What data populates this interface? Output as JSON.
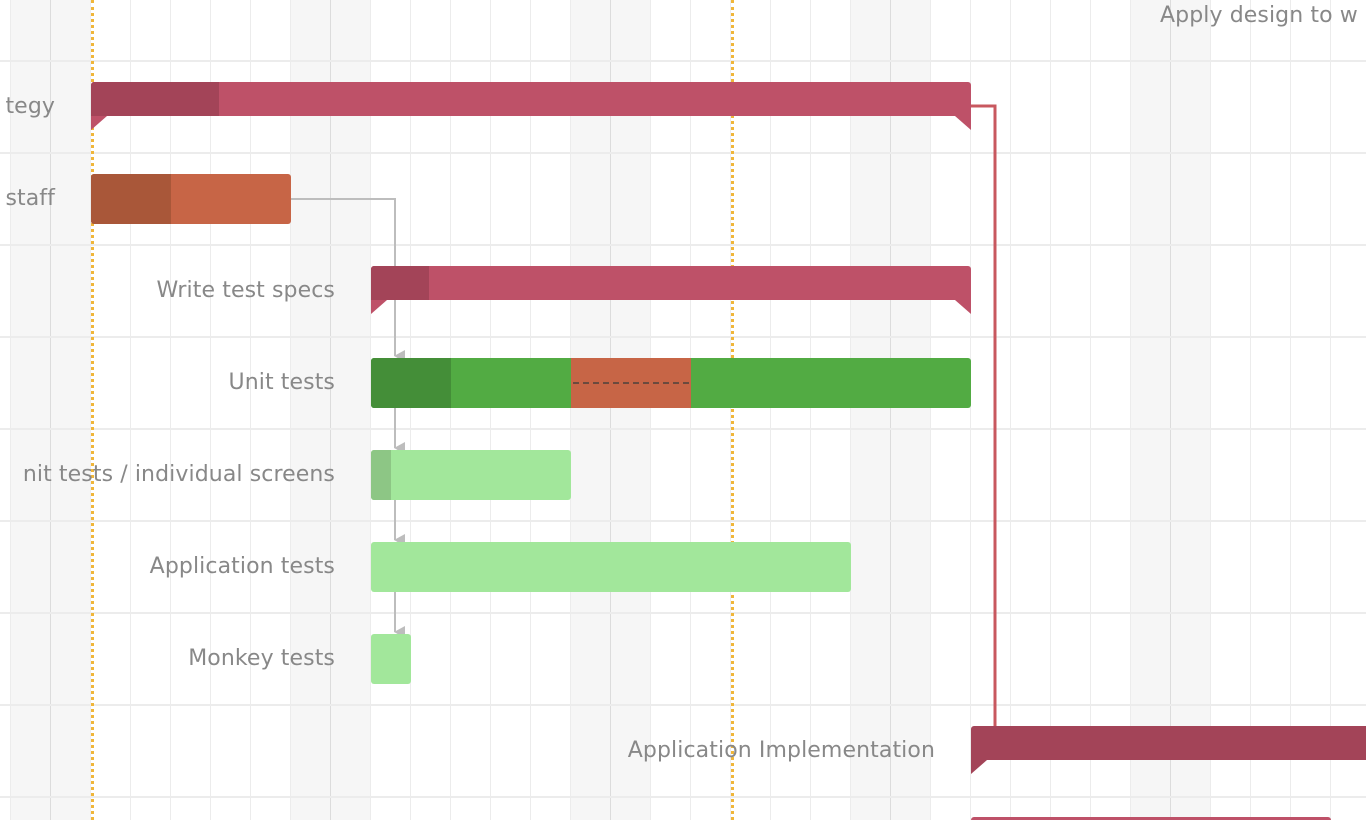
{
  "colors": {
    "strategy": "#be5168",
    "strategy_progress": "#a34458",
    "staff": "#c76546",
    "staff_progress": "#a95739",
    "specs": "#be5168",
    "specs_progress": "#a34458",
    "unit": "#52ab43",
    "unit_progress": "#448e38",
    "unit_paused": "#c76546",
    "screens": "#a2e79b",
    "screens_progress": "#8dc685",
    "app_tests": "#a2e79b",
    "monkey": "#a2e79b",
    "implementation": "#a34458",
    "dependency_line": "#bdbdbd",
    "critical_line": "#c8585f",
    "today_line": "#f0b63a"
  },
  "tasks": {
    "strategy": {
      "label": "tegy",
      "progress": 0.15
    },
    "staff": {
      "label": "staff",
      "progress": 0.4
    },
    "specs": {
      "label": "Write test specs",
      "progress": 0.1
    },
    "unit": {
      "label": "Unit tests",
      "progress": 0.13
    },
    "screens": {
      "label": "nit tests / individual screens",
      "progress": 0.1
    },
    "app_tests": {
      "label": "Application tests",
      "progress": 0
    },
    "monkey": {
      "label": "Monkey tests",
      "progress": 0
    },
    "implementation": {
      "label": "Application Implementation",
      "progress": 1
    },
    "design": {
      "label": "Apply design to w"
    }
  }
}
